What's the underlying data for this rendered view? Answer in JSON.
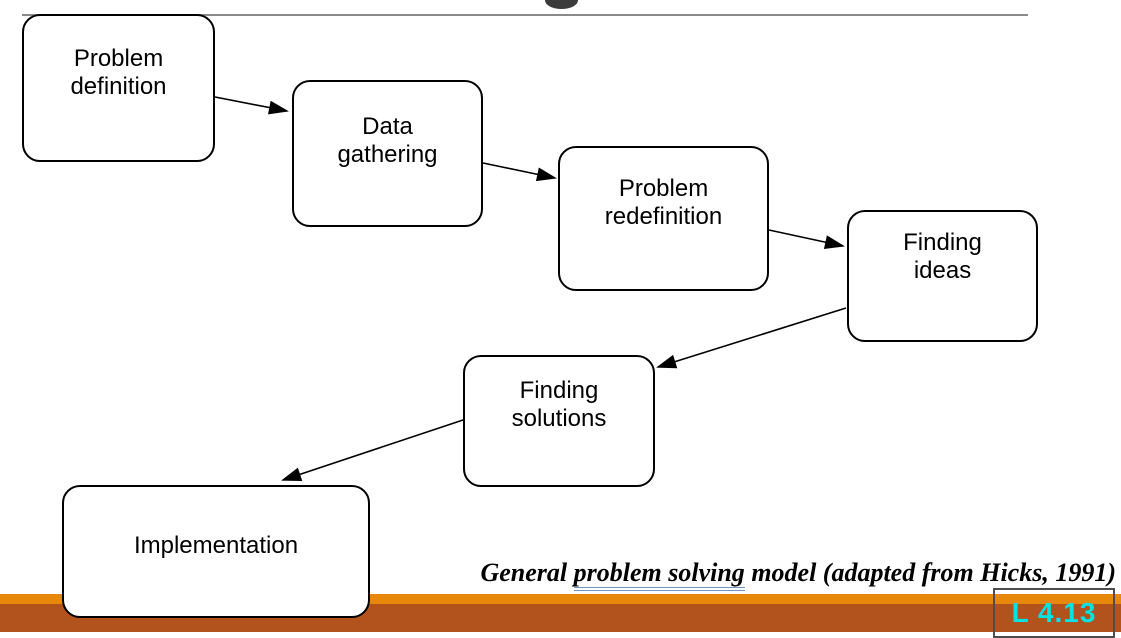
{
  "slide": {
    "separator_color": "#8a8a8a",
    "title_glyph_name": "letter-descender-fragment"
  },
  "diagram": {
    "nodes": [
      {
        "id": "problem-definition",
        "line1": "Problem",
        "line2": "definition"
      },
      {
        "id": "data-gathering",
        "line1": "Data",
        "line2": "gathering"
      },
      {
        "id": "problem-redefinition",
        "line1": "Problem",
        "line2": "redefinition"
      },
      {
        "id": "finding-ideas",
        "line1": "Finding",
        "line2": "ideas"
      },
      {
        "id": "finding-solutions",
        "line1": "Finding",
        "line2": "solutions"
      },
      {
        "id": "implementation",
        "line1": "Implementation",
        "line2": ""
      }
    ],
    "edges": [
      "problem-definition -> data-gathering",
      "data-gathering -> problem-redefinition",
      "problem-redefinition -> finding-ideas",
      "finding-ideas -> finding-solutions",
      "finding-solutions -> implementation"
    ]
  },
  "caption": {
    "prefix": "General ",
    "underlined": "problem solving",
    "suffix": " model (adapted from Hicks, 1991)"
  },
  "footer": {
    "badge_label": "L 4.13",
    "badge_text_color": "#00e4e2",
    "stripe_color": "#e8880b",
    "bar_color": "#b2521d"
  }
}
